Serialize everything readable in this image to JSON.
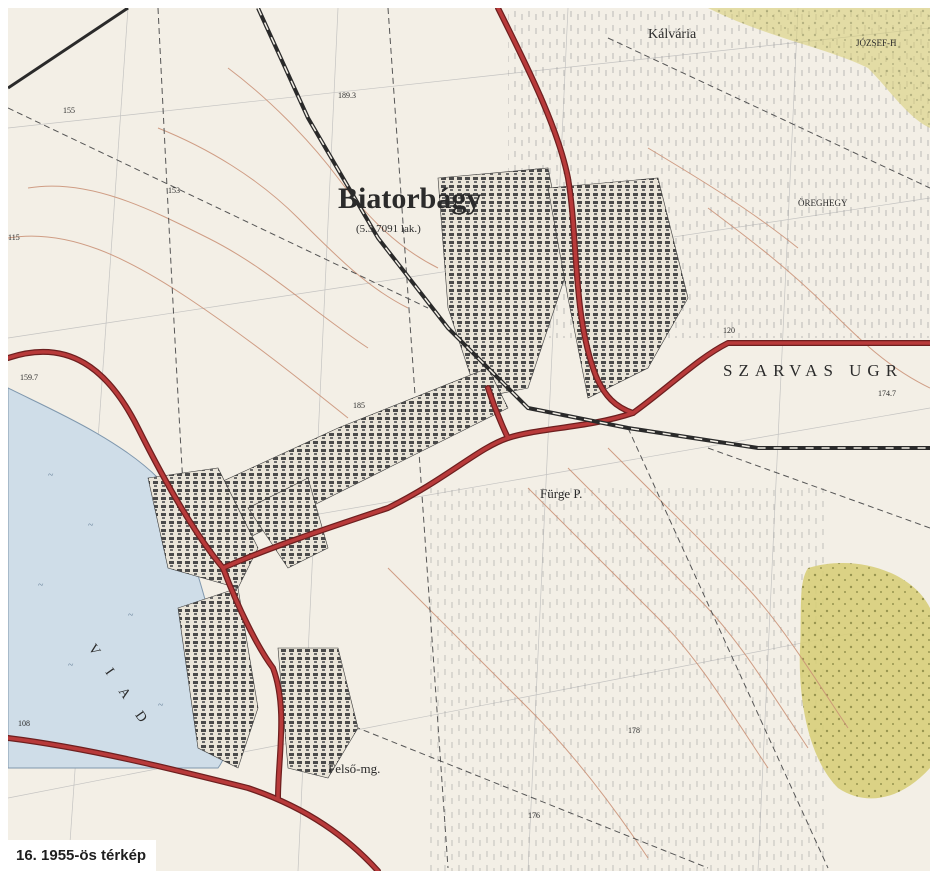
{
  "caption": "16. 1955-ös térkép",
  "map": {
    "town": "Biatorbágy",
    "town_sub": "(5.3 7091 lak.)",
    "place_labels": {
      "kalvaria": "Kálvária",
      "szarvas": "SZARVAS UGR",
      "furge": "Fürge P.",
      "felso": "Felső-mg.",
      "oreghegy": "ÖREGHEGY",
      "jozsef": "JÓZSEF-H",
      "viad": "V I A D"
    },
    "spot_heights": [
      "189.3",
      "155",
      "153",
      "159.7",
      "115",
      "120",
      "108",
      "174.7",
      "176",
      "178",
      "185"
    ],
    "colors": {
      "paper": "#f3efe6",
      "road_main": "#b83a3a",
      "road_edge": "#6d1f1f",
      "water": "#cfdde8",
      "forest": "#d8cf7a",
      "contour": "#c98f74",
      "settlement": "#4a4a4a",
      "rail": "#2a2a2a"
    }
  }
}
